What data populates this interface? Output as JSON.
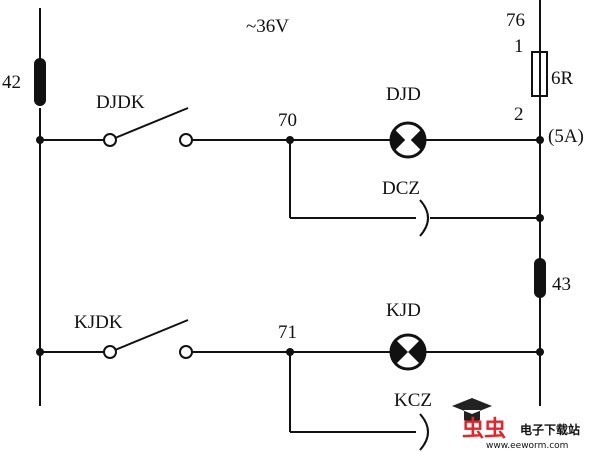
{
  "diagram": {
    "supply_label": "~36V",
    "left_terminal_label": "42",
    "switch_top_label": "DJDK",
    "node_top_label": "70",
    "lamp_top_label": "DJD",
    "socket_top_label": "DCZ",
    "right_top_label": "76",
    "fuse_pin1_label": "1",
    "fuse_label": "6R",
    "fuse_pin2_label": "2",
    "fuse_rating_label": "(5A)",
    "right_mid_terminal_label": "43",
    "switch_bottom_label": "KJDK",
    "node_bottom_label": "71",
    "lamp_bottom_label": "KJD",
    "socket_bottom_label": "KCZ"
  },
  "watermark": {
    "text": "电子下载站",
    "url": "www.eeworm.com",
    "logo_color": "#e8232a"
  }
}
